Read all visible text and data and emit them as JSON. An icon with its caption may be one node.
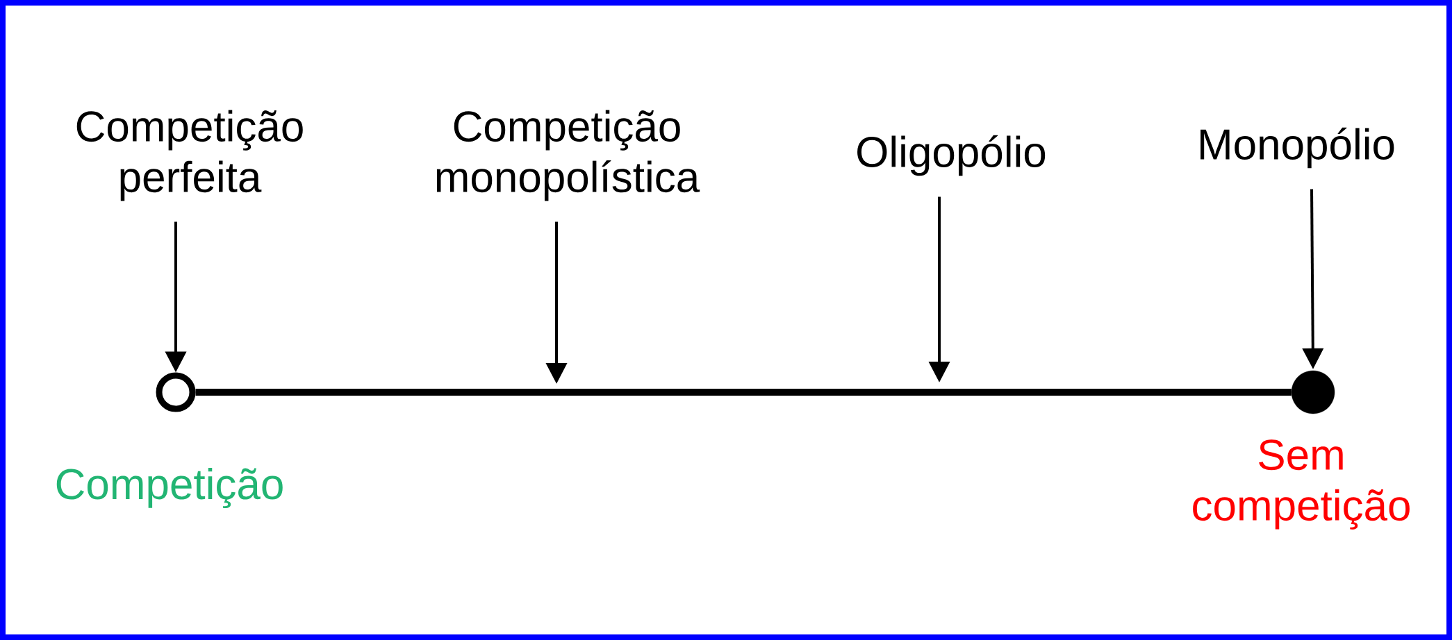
{
  "diagram": {
    "nodes": [
      {
        "text": [
          "Competição perfeita"
        ]
      },
      {
        "text": [
          "Competição monopolística"
        ]
      },
      {
        "text": [
          "Oligopólio"
        ]
      },
      {
        "text": [
          "Monopólio"
        ]
      },
      {
        "text": [],
        "shape": "circle",
        "beside": [
          "Competição"
        ]
      },
      {
        "text": [],
        "shape": "circle",
        "beside": [
          "Sem competição"
        ]
      }
    ],
    "edges": [
      {
        "from": 0,
        "to": 4,
        "arrow": "to"
      },
      {
        "from": 1,
        "to": null,
        "arrow": "to"
      },
      {
        "from": 2,
        "to": null,
        "arrow": "to"
      },
      {
        "from": 3,
        "to": 5,
        "arrow": "to"
      },
      {
        "from": 4,
        "to": 5,
        "arrow": "none",
        "style": "thick"
      }
    ]
  }
}
